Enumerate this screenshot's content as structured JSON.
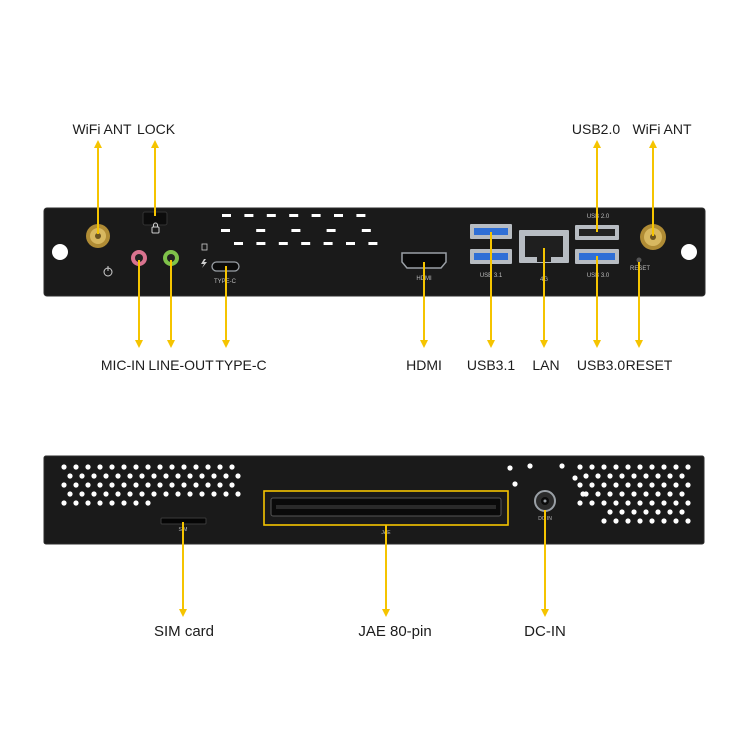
{
  "top_panel": {
    "callouts_above": [
      {
        "id": "wifi-ant-left",
        "label": "WiFi ANT"
      },
      {
        "id": "lock",
        "label": "LOCK"
      },
      {
        "id": "usb20",
        "label": "USB2.0"
      },
      {
        "id": "wifi-ant-right",
        "label": "WiFi ANT"
      }
    ],
    "callouts_below": [
      {
        "id": "mic-in",
        "label": "MIC-IN"
      },
      {
        "id": "line-out",
        "label": "LINE-OUT"
      },
      {
        "id": "type-c",
        "label": "TYPE-C"
      },
      {
        "id": "hdmi",
        "label": "HDMI"
      },
      {
        "id": "usb31",
        "label": "USB3.1"
      },
      {
        "id": "lan",
        "label": "LAN"
      },
      {
        "id": "usb30",
        "label": "USB3.0"
      },
      {
        "id": "reset",
        "label": "RESET"
      }
    ],
    "silkscreen": {
      "type_c": "TYPE-C",
      "hdmi": "HDMI",
      "usb31": "USB 3.1",
      "lan": "4G",
      "usb20": "USB 2.0",
      "usb30": "USB 3.0",
      "reset": "RESET"
    }
  },
  "bottom_panel": {
    "callouts": [
      {
        "id": "sim-card",
        "label": "SIM card"
      },
      {
        "id": "jae-80-pin",
        "label": "JAE 80-pin"
      },
      {
        "id": "dc-in",
        "label": "DC-IN"
      }
    ],
    "silkscreen": {
      "sim": "SIM",
      "jae": "JAE",
      "dc_in": "DC IN"
    }
  },
  "colors": {
    "panel": "#1a1a1a",
    "panel_edge": "#2c2c2c",
    "hole": "#ffffff",
    "port_metal": "#9aa0a6",
    "usb3_blue": "#2f6fd6",
    "callout_yellow": "#f5c400",
    "antenna_gold": "#c9a44a",
    "mic_pink": "#d9738f",
    "line_green": "#7fc24a",
    "label_text": "#1c1c1c"
  }
}
